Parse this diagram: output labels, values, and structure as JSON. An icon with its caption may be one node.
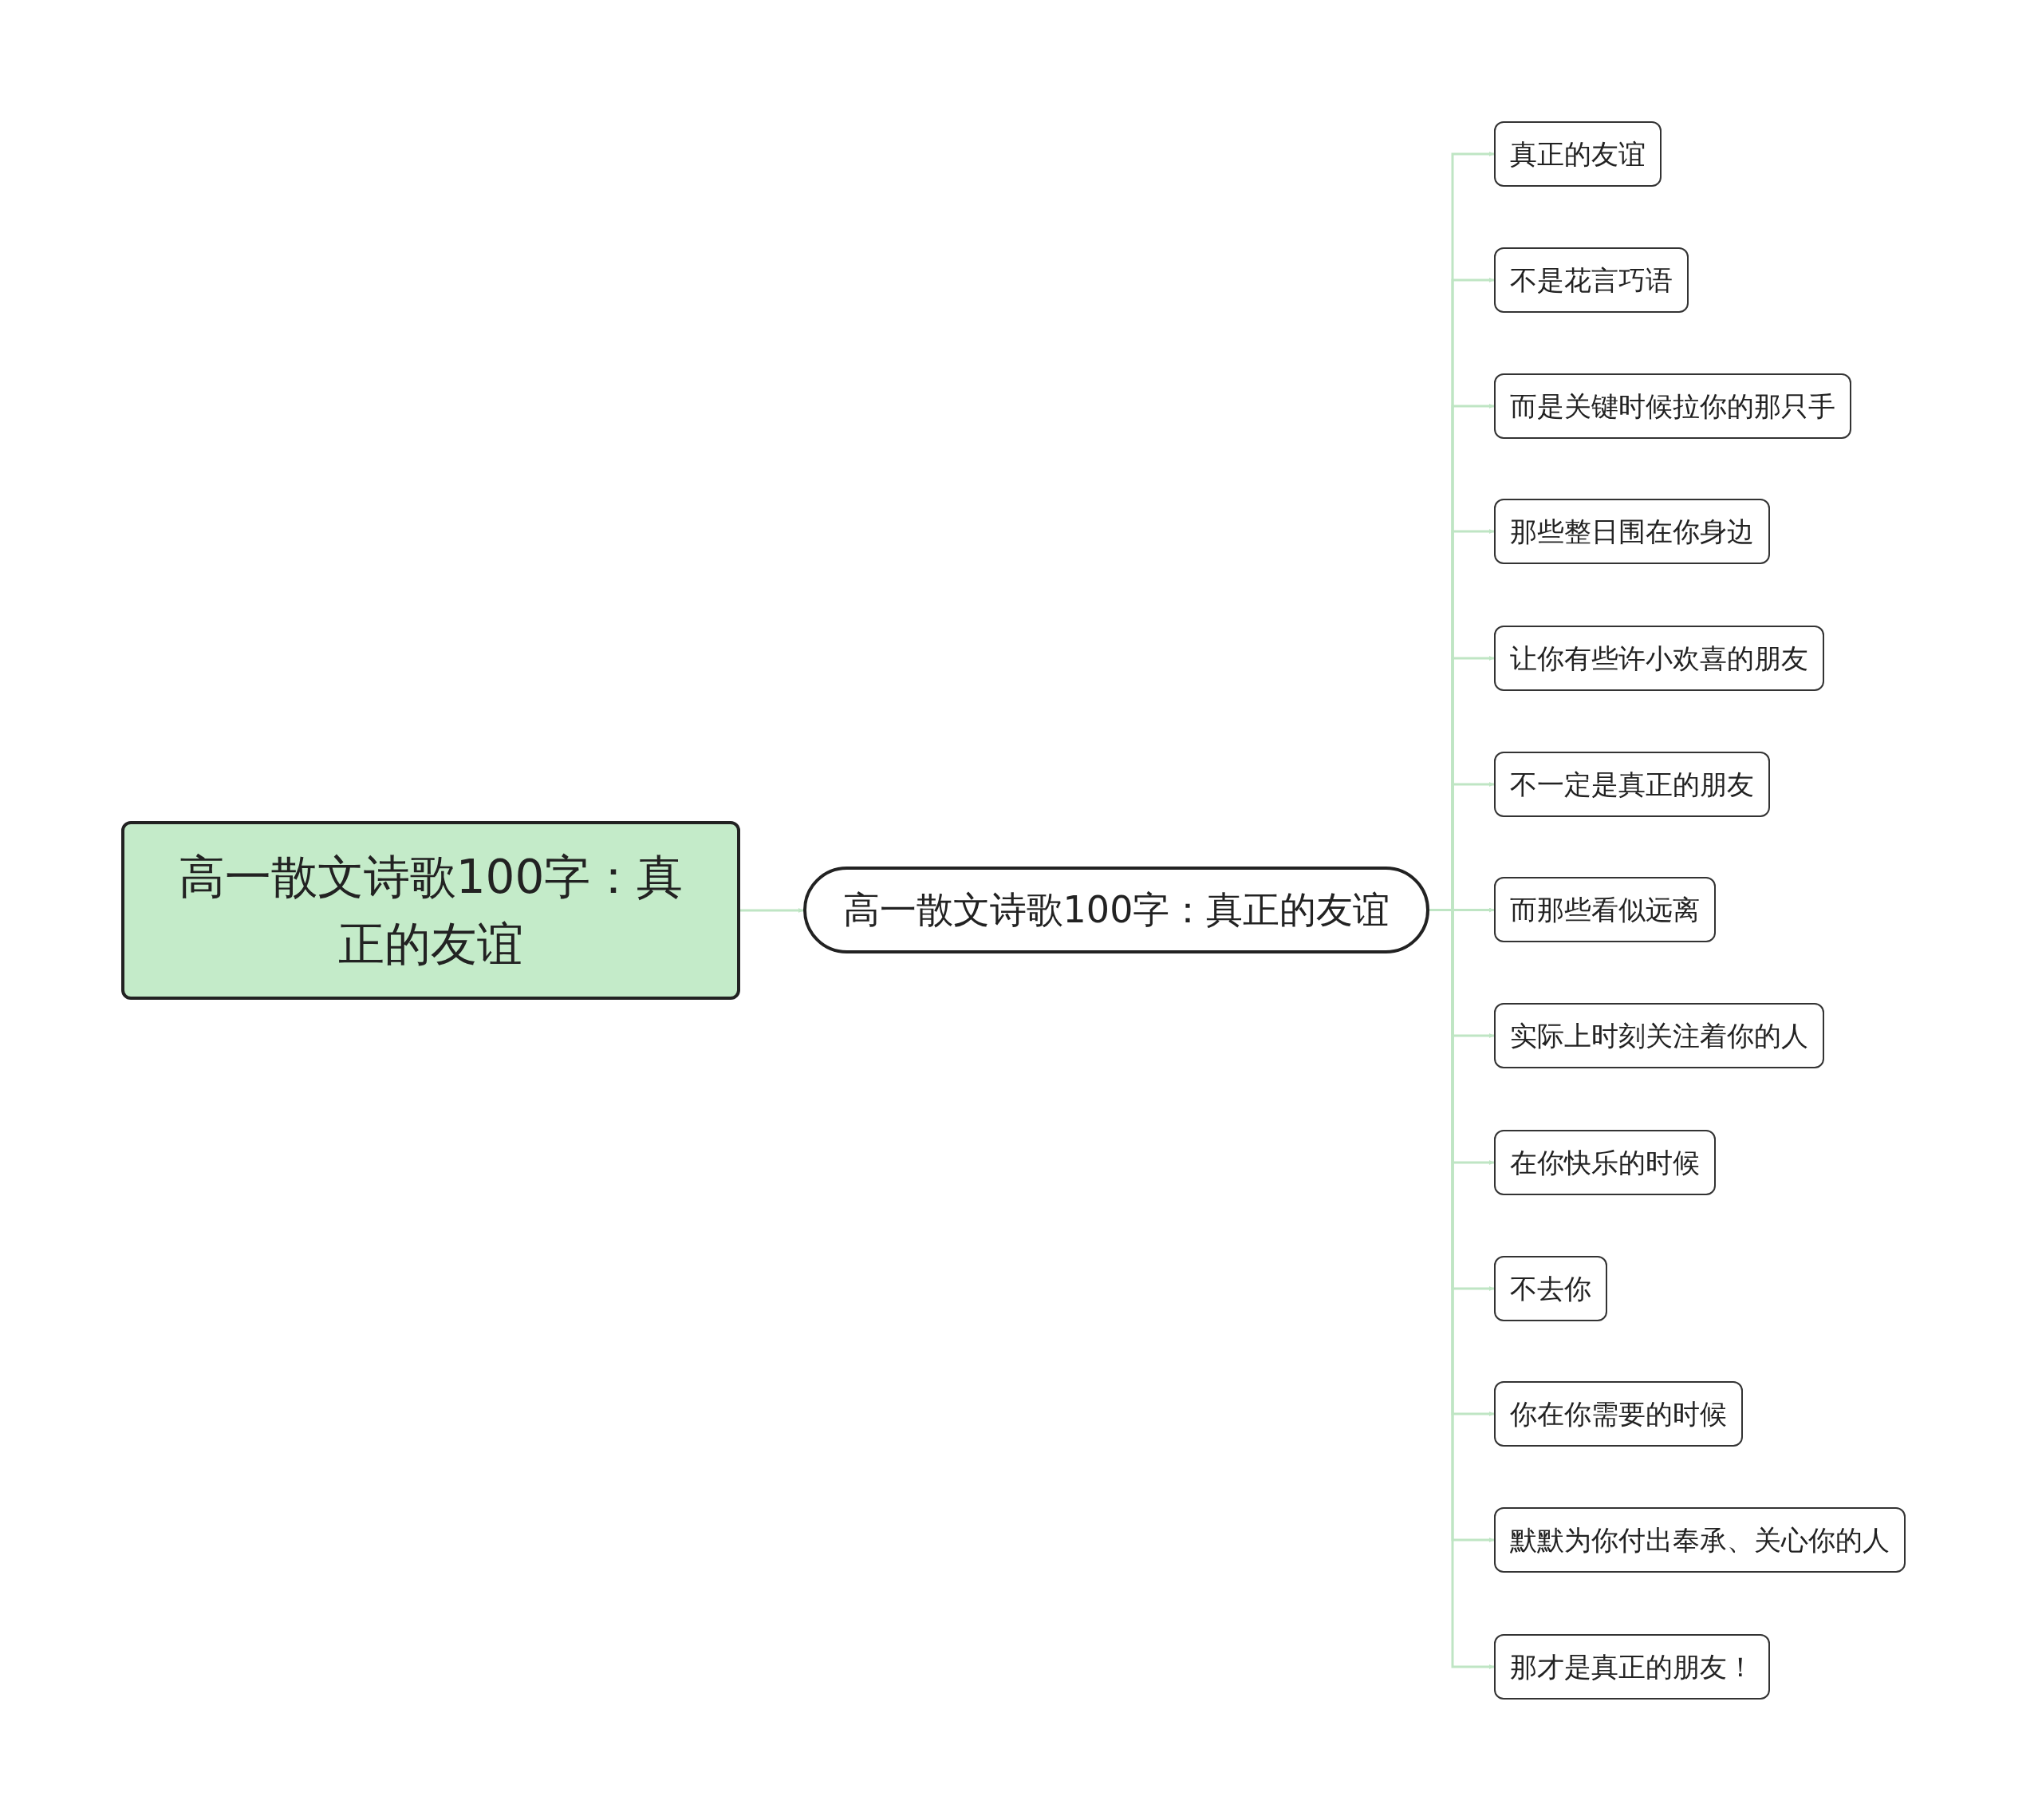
{
  "diagram": {
    "nodes": [
      {
        "text": [
          "高一散文诗歌100字：真正的友谊"
        ]
      },
      {
        "text": [
          "高一散文诗歌100字：真正的友谊"
        ]
      },
      {
        "text": [
          "真正的友谊"
        ]
      },
      {
        "text": [
          "不是花言巧语"
        ]
      },
      {
        "text": [
          "而是关键时候拉你的那只手"
        ]
      },
      {
        "text": [
          "那些整日围在你身边"
        ]
      },
      {
        "text": [
          "让你有些许小欢喜的朋友"
        ]
      },
      {
        "text": [
          "不一定是真正的朋友"
        ]
      },
      {
        "text": [
          "而那些看似远离"
        ]
      },
      {
        "text": [
          "实际上时刻关注着你的人"
        ]
      },
      {
        "text": [
          "在你快乐的时候"
        ]
      },
      {
        "text": [
          "不去你"
        ]
      },
      {
        "text": [
          "你在你需要的时候"
        ]
      },
      {
        "text": [
          "默默为你付出奉承、关心你的人"
        ]
      },
      {
        "text": [
          "那才是真正的朋友！"
        ]
      }
    ],
    "edges": [
      {
        "from": 0,
        "to": 1,
        "arrow": "to"
      },
      {
        "from": 1,
        "to": 2,
        "arrow": "to"
      },
      {
        "from": 1,
        "to": 3,
        "arrow": "to"
      },
      {
        "from": 1,
        "to": 4,
        "arrow": "to"
      },
      {
        "from": 1,
        "to": 5,
        "arrow": "to"
      },
      {
        "from": 1,
        "to": 6,
        "arrow": "to"
      },
      {
        "from": 1,
        "to": 7,
        "arrow": "to"
      },
      {
        "from": 1,
        "to": 8,
        "arrow": "to"
      },
      {
        "from": 1,
        "to": 9,
        "arrow": "to"
      },
      {
        "from": 1,
        "to": 10,
        "arrow": "to"
      },
      {
        "from": 1,
        "to": 11,
        "arrow": "to"
      },
      {
        "from": 1,
        "to": 12,
        "arrow": "to"
      },
      {
        "from": 1,
        "to": 13,
        "arrow": "to"
      },
      {
        "from": 1,
        "to": 14,
        "arrow": "to"
      }
    ]
  }
}
